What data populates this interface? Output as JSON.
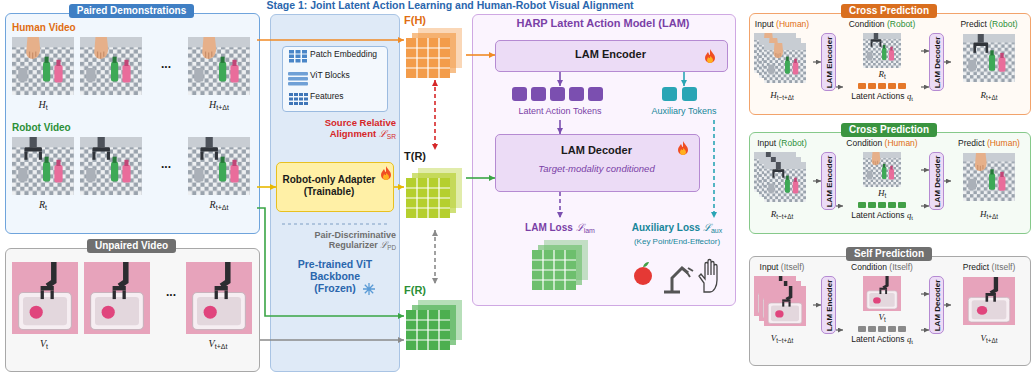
{
  "diagram": {
    "title": "Stage 1: Joint Latent Action Learning and Human-Robot Visual Alignment",
    "nodes": [
      {
        "text": [
          "Paired Demonstrations"
        ]
      },
      {
        "text": [
          "Human Video",
          "H",
          "t",
          "...",
          "H",
          "t+Δt"
        ],
        "in": 0
      },
      {
        "text": [
          "Robot Video",
          "R",
          "t",
          "...",
          "R",
          "t+Δt"
        ],
        "in": 0
      },
      {
        "text": [
          "Unpaired Video",
          "V",
          "t",
          "...",
          "V",
          "t+Δt"
        ]
      },
      {
        "text": [
          "Pre-trained ViT Backbone (Frozen)"
        ]
      },
      {
        "text": [
          "Patch Embedding",
          "ViT Blocks",
          "Features"
        ],
        "in": 4
      },
      {
        "text": [
          "Robot-only Adapter (Trainable)"
        ],
        "in": 4
      },
      {
        "text": [
          "F(H)"
        ]
      },
      {
        "text": [
          "T(R)"
        ]
      },
      {
        "text": [
          "F(R)"
        ]
      },
      {
        "text": [
          "HARP Latent Action Model (LAM)"
        ]
      },
      {
        "text": [
          "LAM Encoder"
        ],
        "in": 10
      },
      {
        "text": [
          "Latent Action Tokens"
        ],
        "in": 10
      },
      {
        "text": [
          "Auxiliary Tokens"
        ],
        "in": 10
      },
      {
        "text": [
          "LAM Decoder",
          "Target-modality conditioned"
        ],
        "in": 10
      },
      {
        "text": [
          "LAM Loss",
          "ℒ",
          "lam"
        ],
        "in": 10
      },
      {
        "text": [
          "Auxiliary Loss",
          "ℒ",
          "aux",
          "(Key Point/End-Effector)"
        ],
        "in": 10
      },
      {
        "text": [
          "Cross Prediction"
        ]
      },
      {
        "text": [
          "Input",
          "(Human)",
          "H",
          "t~t+Δt"
        ],
        "in": 17
      },
      {
        "text": [
          "LAM Encoder"
        ],
        "in": 17
      },
      {
        "text": [
          "Condition",
          "(Robot)",
          "R",
          "t"
        ],
        "in": 17
      },
      {
        "text": [
          "Latent Actions",
          "q",
          "t"
        ],
        "in": 17
      },
      {
        "text": [
          "LAM Decoder"
        ],
        "in": 17
      },
      {
        "text": [
          "Predict",
          "(Robot)",
          "R",
          "t+Δt"
        ],
        "in": 17
      },
      {
        "text": [
          "Cross Prediction"
        ]
      },
      {
        "text": [
          "Input",
          "(Robot)",
          "R",
          "t~t+Δt"
        ],
        "in": 24
      },
      {
        "text": [
          "LAM Encoder"
        ],
        "in": 24
      },
      {
        "text": [
          "Condition",
          "(Human)",
          "H",
          "t"
        ],
        "in": 24
      },
      {
        "text": [
          "Latent Actions",
          "q",
          "t"
        ],
        "in": 24
      },
      {
        "text": [
          "LAM Decoder"
        ],
        "in": 24
      },
      {
        "text": [
          "Predict",
          "(Human)",
          "H",
          "t+Δt"
        ],
        "in": 24
      },
      {
        "text": [
          "Self Prediction"
        ]
      },
      {
        "text": [
          "Input",
          "(Itself)",
          "V",
          "t~t+Δt"
        ],
        "in": 31
      },
      {
        "text": [
          "LAM Encoder"
        ],
        "in": 31
      },
      {
        "text": [
          "Condition",
          "(Itself)",
          "V",
          "t"
        ],
        "in": 31
      },
      {
        "text": [
          "Latent Actions",
          "q",
          "t"
        ],
        "in": 31
      },
      {
        "text": [
          "LAM Decoder"
        ],
        "in": 31
      },
      {
        "text": [
          "Predict",
          "(Itself)",
          "V",
          "t+Δt"
        ],
        "in": 31
      }
    ],
    "edges": [
      {
        "from": 1,
        "to": 7,
        "arrow": "to"
      },
      {
        "from": 2,
        "to": 6,
        "arrow": "to"
      },
      {
        "from": 6,
        "to": 8,
        "arrow": "to"
      },
      {
        "from": 2,
        "to": 9,
        "arrow": "to"
      },
      {
        "from": 3,
        "to": 9,
        "arrow": "to"
      },
      {
        "from": 7,
        "to": 11,
        "arrow": "to"
      },
      {
        "from": 8,
        "to": 14,
        "arrow": "to"
      },
      {
        "from": 7,
        "to": 8,
        "arrow": "both"
      },
      {
        "from": 8,
        "to": 9,
        "arrow": "both"
      },
      {
        "from": 11,
        "to": 12,
        "arrow": "to"
      },
      {
        "from": 11,
        "to": 13,
        "arrow": "to"
      },
      {
        "from": 12,
        "to": 14,
        "arrow": "to"
      },
      {
        "from": 13,
        "to": 16,
        "arrow": "to"
      },
      {
        "from": 14,
        "to": 15,
        "arrow": "to"
      },
      {
        "from": 18,
        "to": 19,
        "arrow": "to"
      },
      {
        "from": 19,
        "to": 21,
        "arrow": "to"
      },
      {
        "from": 21,
        "to": 22,
        "arrow": "to"
      },
      {
        "from": 20,
        "to": 22,
        "arrow": "to"
      },
      {
        "from": 22,
        "to": 23,
        "arrow": "to"
      },
      {
        "from": 25,
        "to": 26,
        "arrow": "to"
      },
      {
        "from": 26,
        "to": 28,
        "arrow": "to"
      },
      {
        "from": 28,
        "to": 29,
        "arrow": "to"
      },
      {
        "from": 27,
        "to": 29,
        "arrow": "to"
      },
      {
        "from": 29,
        "to": 30,
        "arrow": "to"
      },
      {
        "from": 32,
        "to": 33,
        "arrow": "to"
      },
      {
        "from": 33,
        "to": 35,
        "arrow": "to"
      },
      {
        "from": 35,
        "to": 36,
        "arrow": "to"
      },
      {
        "from": 34,
        "to": 36,
        "arrow": "to"
      },
      {
        "from": 36,
        "to": 37,
        "arrow": "to"
      }
    ],
    "labels": [
      "Source Relative Alignment",
      "ℒ",
      "SR",
      "Pair-Discriminative Regularizer",
      "ℒ",
      "PD"
    ]
  }
}
